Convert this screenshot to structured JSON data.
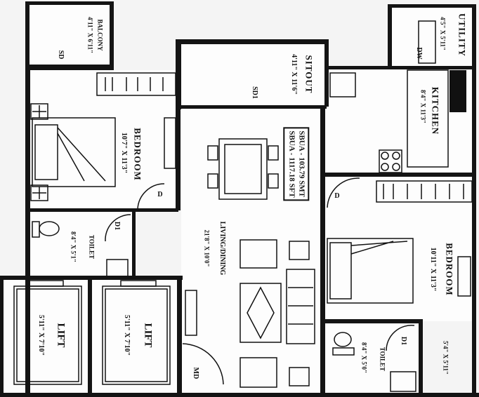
{
  "rooms": {
    "balcony": {
      "name": "BALCONY",
      "dim": "4'11\" X 6'11\"",
      "door": "SD"
    },
    "sitout": {
      "name": "SITOUT",
      "dim": "4'11\" X 11'6\"",
      "door": "SD1"
    },
    "utility": {
      "name": "UTILITY",
      "dim": "4'5\" X 5'11\"",
      "door": "DW"
    },
    "kitchen": {
      "name": "KITCHEN",
      "dim": "8'4\" X 11'3\""
    },
    "bedroom_left": {
      "name": "BEDROOM",
      "dim": "10'7\" X 11'3\"",
      "door": "D"
    },
    "bedroom_right": {
      "name": "BEDROOM",
      "dim": "10'11\" X 11'3\"",
      "door": "D"
    },
    "living": {
      "name": "LIVING/DINING",
      "dim": "21'8\" X 10'0\""
    },
    "toilet_left": {
      "name": "TOILET",
      "dim": "8'4\" X 5'1\"",
      "door": "D1"
    },
    "toilet_right": {
      "name": "TOILET",
      "dim": "8'4\" X 5'0\"",
      "door": "D1"
    },
    "right_small_dim": "5'4\" X 5'11\"",
    "lift1": {
      "name": "LIFT",
      "dim": "5'11\" X 7'10\""
    },
    "lift2": {
      "name": "LIFT",
      "dim": "5'11\" X 7'10\""
    },
    "main_door": "MD"
  },
  "area": {
    "sbua_sqm": "SBUA - 103.79 SMT",
    "sbua_sft": "SBUA - 1117.18 SFT"
  }
}
